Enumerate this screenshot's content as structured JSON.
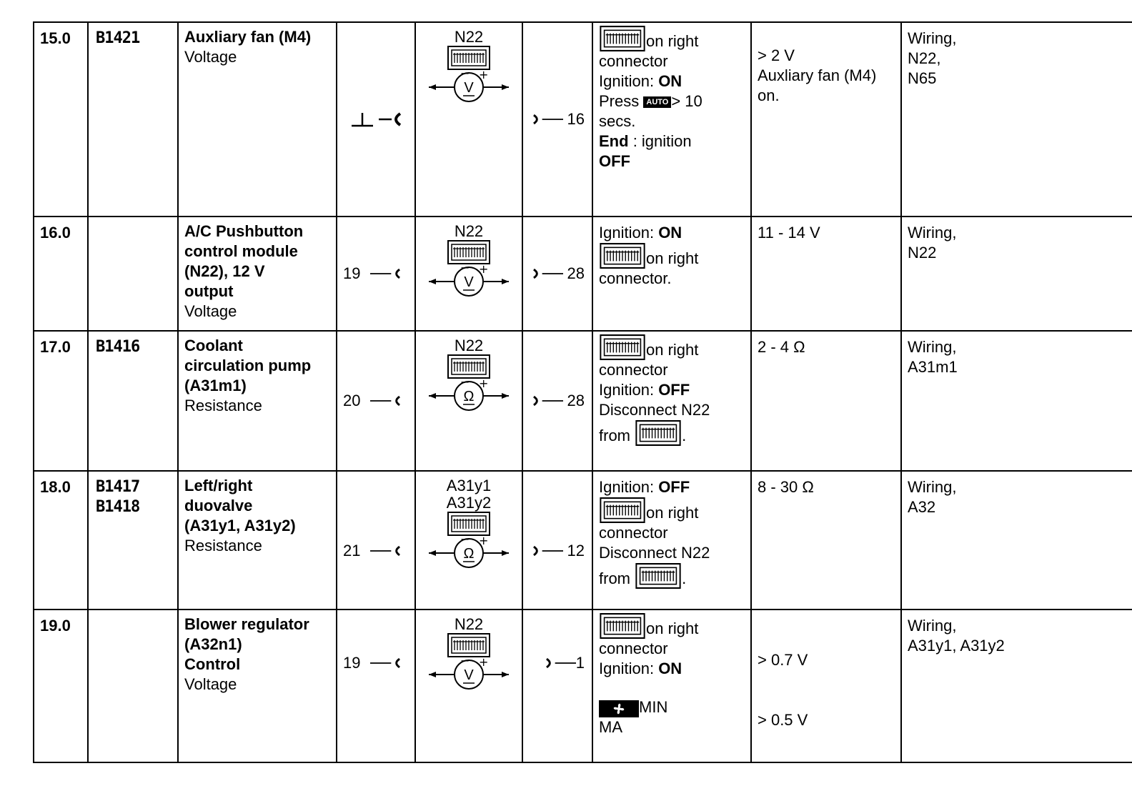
{
  "rows": [
    {
      "step": "15.0",
      "fault_code": "B1421",
      "component": "Auxliary fan (M4)",
      "test_type": "Voltage",
      "pin_left": "",
      "pin_left_ground": true,
      "meter_labels": [
        "N22"
      ],
      "meter_symbol": "V",
      "pin_right": "16",
      "conditions": {
        "l1_suffix": "on right",
        "l2": "connector",
        "l3_label": "Ignition:",
        "l3_bold": "ON",
        "l4_press": "Press",
        "l4_key": "AUTO",
        "l4_suffix": "> 10",
        "l5": "secs.",
        "l6_bold": "End",
        "l6_suffix": ": ignition",
        "l7_bold": "OFF"
      },
      "value_lines": [
        "> 2 V",
        "Auxliary fan (M4)",
        "on."
      ],
      "remedy_lines": [
        "Wiring,",
        "N22,",
        "N65"
      ]
    },
    {
      "step": "16.0",
      "fault_code": "",
      "component_lines": [
        "A/C Pushbutton",
        "control module",
        "(N22), 12 V",
        "output"
      ],
      "test_type": "Voltage",
      "pin_left": "19",
      "meter_labels": [
        "N22"
      ],
      "meter_symbol": "V",
      "pin_right": "28",
      "conditions": {
        "l1_label": "Ignition:",
        "l1_bold": "ON",
        "l2_suffix": "on right",
        "l3": "connector."
      },
      "value_lines": [
        "11 - 14 V"
      ],
      "remedy_lines": [
        "Wiring,",
        "N22"
      ]
    },
    {
      "step": "17.0",
      "fault_code": "B1416",
      "component_lines": [
        "Coolant",
        "circulation pump",
        "(A31m1)"
      ],
      "test_type": "Resistance",
      "pin_left": "20",
      "meter_labels": [
        "N22"
      ],
      "meter_symbol": "Ω",
      "pin_right": "28",
      "conditions": {
        "l1_suffix": "on right",
        "l2": "connector",
        "l3_label": "Ignition:",
        "l3_bold": "OFF",
        "l4": "Disconnect N22",
        "l5_prefix": "from",
        "l5_suffix": "."
      },
      "value_lines": [
        "2 - 4 Ω"
      ],
      "remedy_lines": [
        "Wiring,",
        "A31m1"
      ]
    },
    {
      "step": "18.0",
      "fault_codes": [
        "B1417",
        "B1418"
      ],
      "component_lines": [
        "Left/right",
        "duovalve",
        "(A31y1, A31y2)"
      ],
      "test_type": "Resistance",
      "pin_left": "21",
      "meter_labels": [
        "A31y1",
        "A31y2"
      ],
      "meter_symbol": "Ω",
      "pin_right": "12",
      "conditions": {
        "l1_label": "Ignition:",
        "l1_bold": "OFF",
        "l2_suffix": "on right",
        "l3": "connector",
        "l4": "Disconnect N22",
        "l5_prefix": "from",
        "l5_suffix": "."
      },
      "value_lines": [
        "8 - 30 Ω"
      ],
      "remedy_lines": [
        "Wiring,",
        "A32"
      ]
    },
    {
      "step": "19.0",
      "fault_code": "",
      "component_lines": [
        "Blower regulator",
        "(A32n1)",
        "Control"
      ],
      "test_type": "Voltage",
      "pin_left": "19",
      "meter_labels": [
        "N22"
      ],
      "meter_symbol": "V",
      "pin_right": "1",
      "conditions": {
        "l1_suffix": "on right",
        "l2": "connector",
        "l3_label": "Ignition:",
        "l3_bold": "ON",
        "l4_suffix": "MIN",
        "l5": "MA"
      },
      "value_lines": [
        "> 0.7 V",
        "> 0.5 V"
      ],
      "remedy_lines": [
        "Wiring,",
        "A31y1, A31y2"
      ]
    }
  ],
  "icons": {
    "connector_box": "connector-box-icon",
    "meter": "multimeter-icon",
    "fan_key": "fan-key-icon"
  }
}
